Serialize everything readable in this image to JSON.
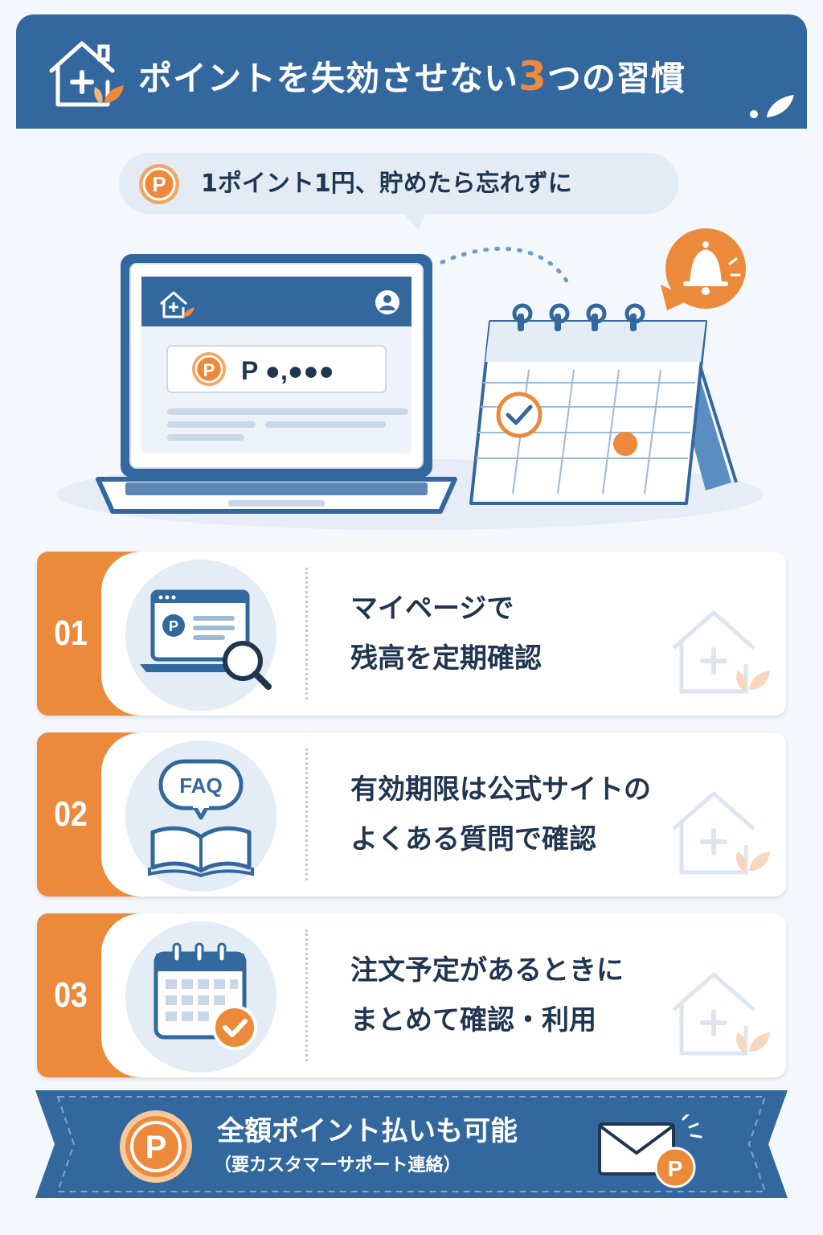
{
  "header": {
    "title_before": "ポイントを失効させない",
    "title_number": "3",
    "title_after": "つの習慣",
    "icon": "house-plus-icon"
  },
  "bubble": {
    "coin_letter": "P",
    "text": "1ポイント1円、貯めたら忘れずに"
  },
  "hero": {
    "laptop_coin_letter": "P",
    "laptop_points_text": "P ●,●●●",
    "bell_icon": "bell-icon",
    "calendar_icon": "calendar-icon"
  },
  "items": [
    {
      "number": "01",
      "line1": "マイページで",
      "line2": "残高を定期確認",
      "icon": "laptop-search-icon",
      "coin_letter": "P"
    },
    {
      "number": "02",
      "line1": "有効期限は公式サイトの",
      "line2": "よくある質問で確認",
      "icon": "faq-book-icon",
      "badge": "FAQ"
    },
    {
      "number": "03",
      "line1": "注文予定があるときに",
      "line2": "まとめて確認・利用",
      "icon": "calendar-check-icon"
    }
  ],
  "banner": {
    "coin_letter": "P",
    "title": "全額ポイント払いも可能",
    "subtitle": "（要カスタマーサポート連絡）",
    "mail_icon": "mail-icon"
  },
  "colors": {
    "primary": "#33689f",
    "accent": "#ec8a3c",
    "background": "#f4f7fb",
    "text": "#1f3550"
  }
}
